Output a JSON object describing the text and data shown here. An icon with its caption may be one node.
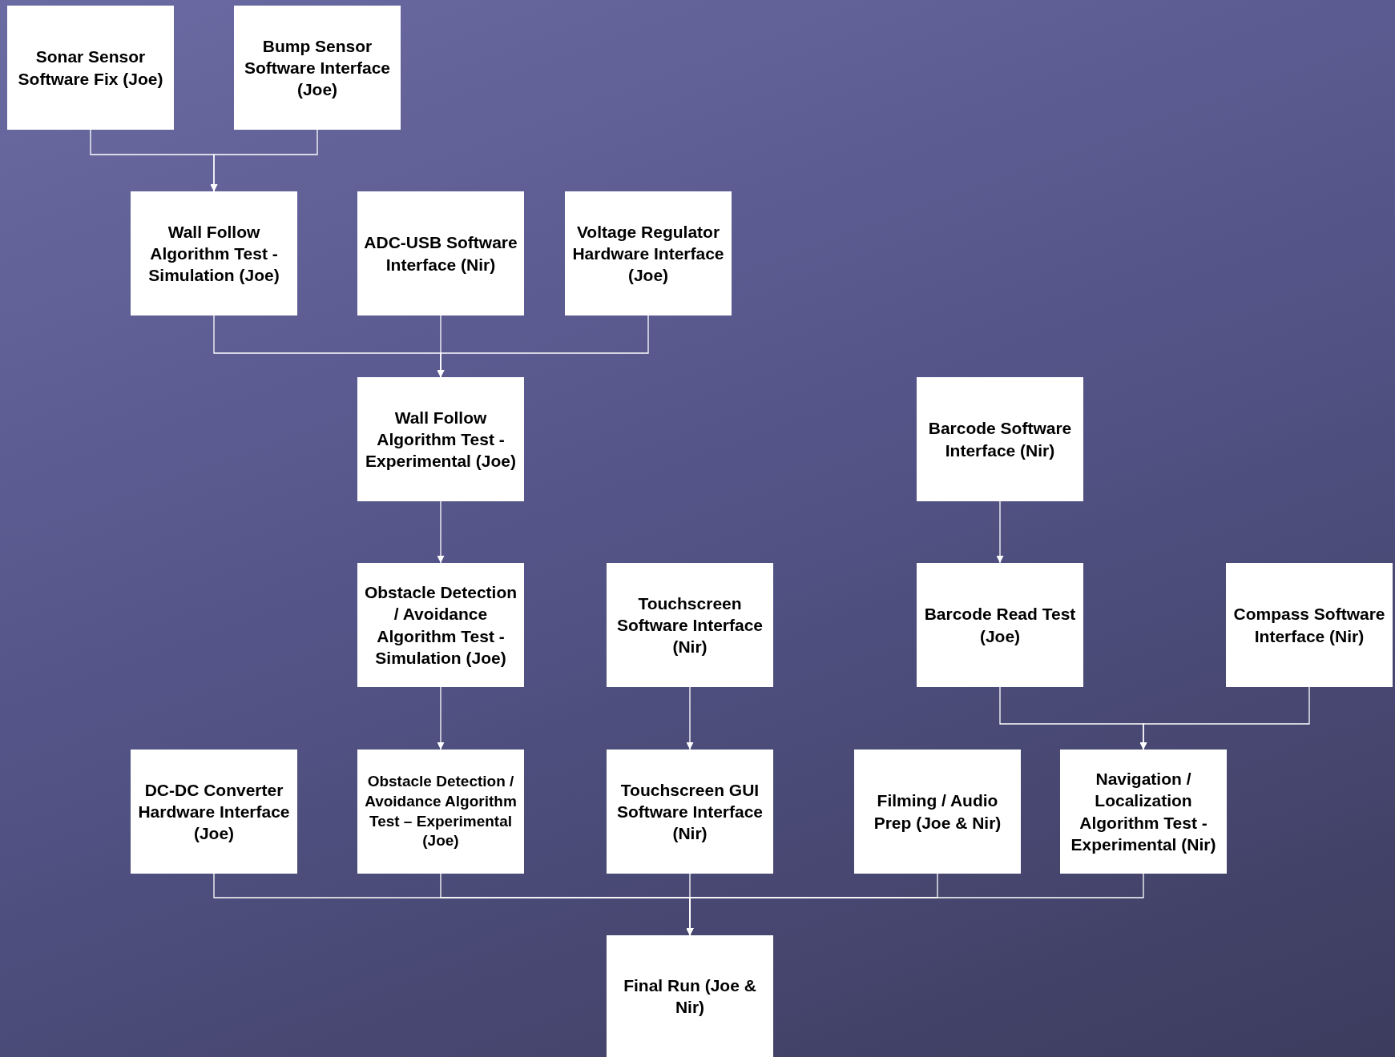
{
  "diagram": {
    "nodes": [
      {
        "text": [
          "Sonar Sensor Software Fix (Joe)"
        ]
      },
      {
        "text": [
          "Bump Sensor Software Interface (Joe)"
        ]
      },
      {
        "text": [
          "Wall Follow Algorithm Test - Simulation (Joe)"
        ]
      },
      {
        "text": [
          "ADC-USB Software Interface (Nir)"
        ]
      },
      {
        "text": [
          "Voltage Regulator Hardware Interface (Joe)"
        ]
      },
      {
        "text": [
          "Wall Follow Algorithm Test - Experimental (Joe)"
        ]
      },
      {
        "text": [
          "Barcode Software Interface (Nir)"
        ]
      },
      {
        "text": [
          "Obstacle Detection / Avoidance Algorithm Test - Simulation (Joe)"
        ]
      },
      {
        "text": [
          "Touchscreen Software Interface (Nir)"
        ]
      },
      {
        "text": [
          "Barcode Read Test (Joe)"
        ]
      },
      {
        "text": [
          "Compass Software Interface (Nir)"
        ]
      },
      {
        "text": [
          "DC-DC Converter Hardware Interface (Joe)"
        ]
      },
      {
        "text": [
          "Obstacle Detection / Avoidance Algorithm Test – Experimental (Joe)"
        ]
      },
      {
        "text": [
          "Touchscreen GUI Software Interface (Nir)"
        ]
      },
      {
        "text": [
          "Filming / Audio Prep (Joe & Nir)"
        ]
      },
      {
        "text": [
          "Navigation / Localization Algorithm Test - Experimental (Nir)"
        ]
      },
      {
        "text": [
          "Final Run (Joe & Nir)"
        ]
      }
    ],
    "edges": [
      {
        "from": 0,
        "to": 2,
        "arrow": "to"
      },
      {
        "from": 1,
        "to": 2,
        "arrow": "to"
      },
      {
        "from": 2,
        "to": 5,
        "arrow": "to"
      },
      {
        "from": 3,
        "to": 5,
        "arrow": "to"
      },
      {
        "from": 4,
        "to": 5,
        "arrow": "to"
      },
      {
        "from": 6,
        "to": 9,
        "arrow": "to"
      },
      {
        "from": 5,
        "to": 7,
        "arrow": "to"
      },
      {
        "from": 7,
        "to": 12,
        "arrow": "to"
      },
      {
        "from": 8,
        "to": 13,
        "arrow": "to"
      },
      {
        "from": 9,
        "to": 15,
        "arrow": "to"
      },
      {
        "from": 10,
        "to": 15,
        "arrow": "to"
      },
      {
        "from": 11,
        "to": 16,
        "arrow": "to"
      },
      {
        "from": 12,
        "to": 16,
        "arrow": "to"
      },
      {
        "from": 13,
        "to": 16,
        "arrow": "to"
      },
      {
        "from": 14,
        "to": 16,
        "arrow": "to"
      },
      {
        "from": 15,
        "to": 16,
        "arrow": "to"
      }
    ]
  }
}
